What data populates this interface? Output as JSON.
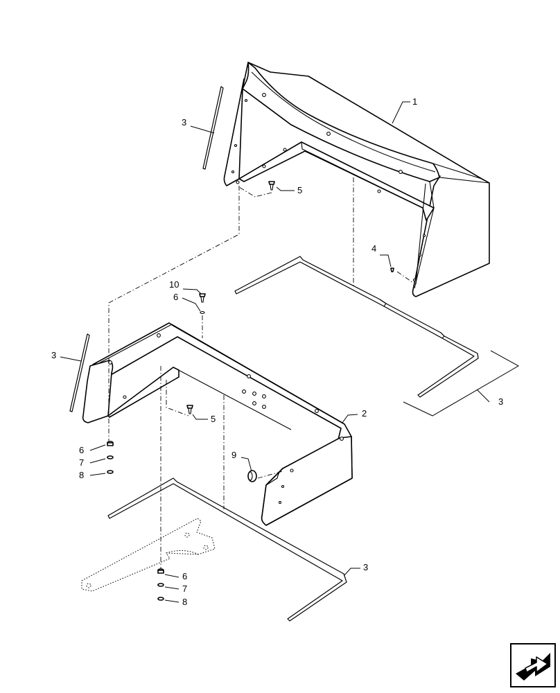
{
  "diagram": {
    "callouts": {
      "c1": "1",
      "c2": "2",
      "c3a": "3",
      "c3b": "3",
      "c3c": "3",
      "c3d": "3",
      "c4": "4",
      "c5a": "5",
      "c5b": "5",
      "c6a": "6",
      "c6b": "6",
      "c6c": "6",
      "c7a": "7",
      "c7b": "7",
      "c8a": "8",
      "c8b": "8",
      "c9": "9",
      "c10": "10"
    },
    "icons": {
      "nav": "next-page-arrow-icon"
    }
  }
}
